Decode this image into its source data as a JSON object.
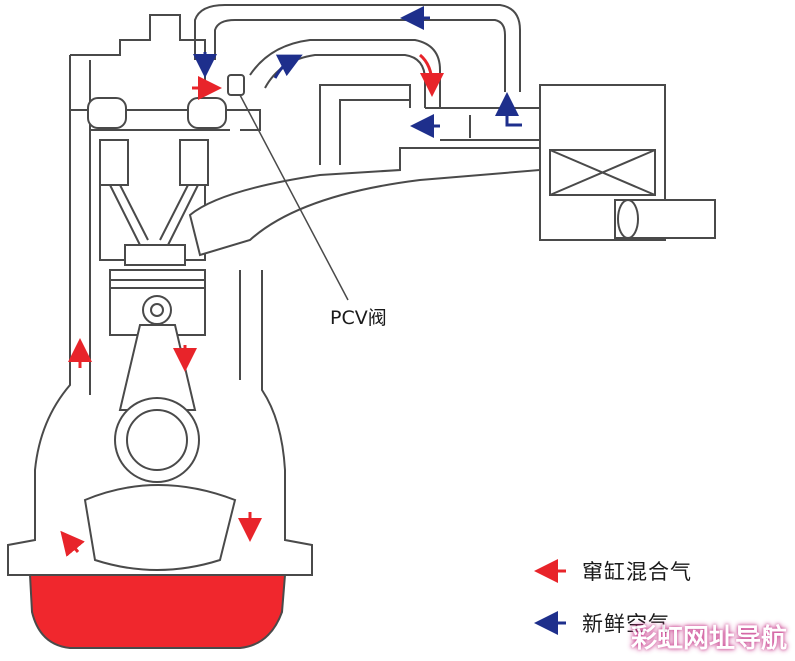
{
  "labels": {
    "pcv_valve": "PCV阀"
  },
  "legend": [
    {
      "label": "窜缸混合气",
      "color": "#e8242a"
    },
    {
      "label": "新鲜空气",
      "color": "#1e2f8c"
    }
  ],
  "watermark": "彩虹网址导航",
  "colors": {
    "blowby_arrow": "#e8242a",
    "fresh_air_arrow": "#1e2f8c",
    "oil": "#f0272d",
    "line": "#4a4a4a"
  }
}
